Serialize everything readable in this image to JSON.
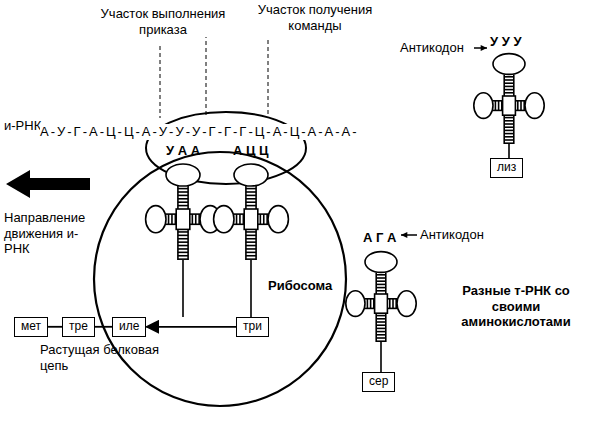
{
  "diagram": {
    "nodes": [
      {
        "text": [
          "Рибосома"
        ]
      },
      {
        "text": [
          "мет"
        ]
      },
      {
        "text": [
          "тре"
        ]
      },
      {
        "text": [
          "иле"
        ],
        "in": 0
      },
      {
        "text": [
          "три"
        ],
        "in": 0
      },
      {
        "text": [
          "лиз"
        ]
      },
      {
        "text": [
          "сер"
        ]
      }
    ],
    "edges": [
      {
        "from": 1,
        "to": 2,
        "arrow": "none"
      },
      {
        "from": 2,
        "to": 3,
        "arrow": "none"
      },
      {
        "from": 4,
        "to": 3,
        "arrow": "to"
      }
    ],
    "labels": [
      "Участок выполнения приказа",
      "Участок получения команды",
      "и-РНК",
      "А-У-Г-А-Ц-Ц-А-У-У-У-Г-Г-Г-Ц-А-Ц-А-А-А-",
      "У А А",
      "А Ц Ц",
      "Направление движения и-РНК",
      "Антикодон",
      "У У У",
      "Антикодон",
      "А Г А",
      "Растущая белковая цепь",
      "Разные т-РНК со своими аминокислотами"
    ]
  }
}
